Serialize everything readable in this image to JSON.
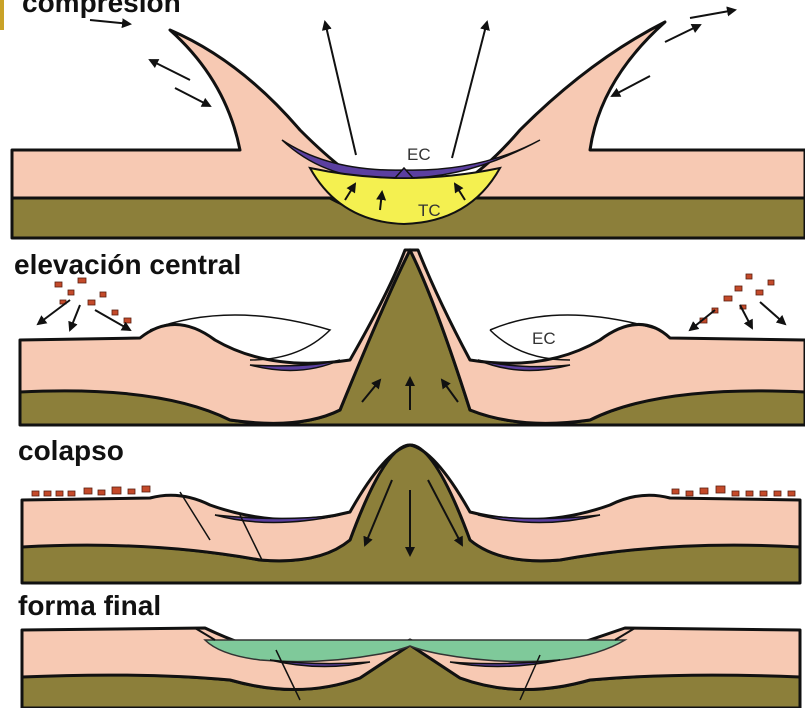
{
  "stages": [
    {
      "id": "compresion",
      "label": "compresión"
    },
    {
      "id": "elevacion",
      "label": "elevación central"
    },
    {
      "id": "colapso",
      "label": "colapso"
    },
    {
      "id": "final",
      "label": "forma final"
    }
  ],
  "labels": {
    "ec_1": "EC",
    "tc": "TC",
    "ec_2": "EC"
  },
  "colors": {
    "target_rock": "#f7c9b3",
    "basement": "#8c7f3a",
    "melt": "#5b3fa0",
    "transient_crater": "#f4f050",
    "lake": "#7fc99a",
    "accent_bar": "#c9a227"
  }
}
